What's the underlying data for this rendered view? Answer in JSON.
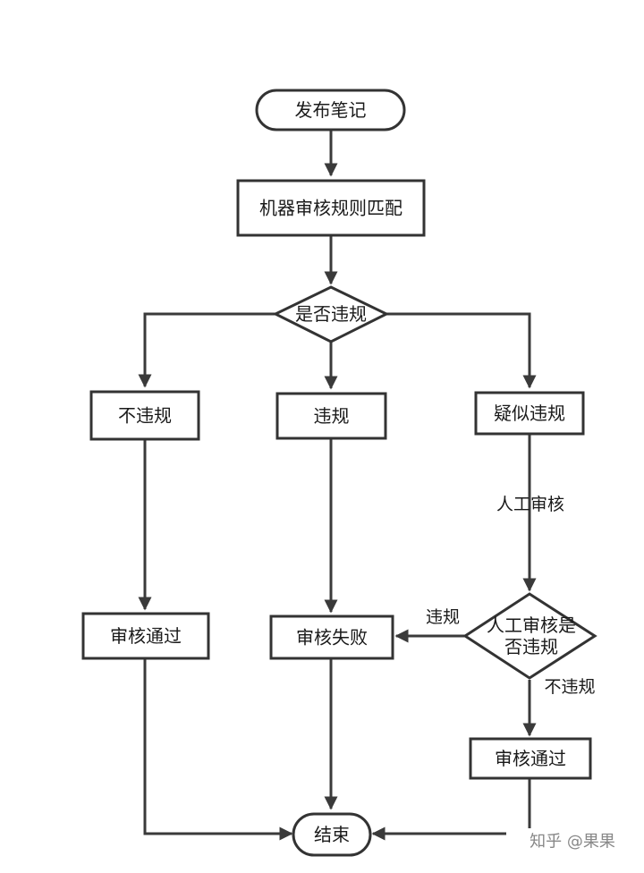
{
  "nodes": {
    "start": "发布笔记",
    "machine_review": "机器审核规则匹配",
    "is_violation_q": "是否违规",
    "not_violation": "不违规",
    "violation": "违规",
    "suspected_violation": "疑似违规",
    "pass_left": "审核通过",
    "fail": "审核失败",
    "manual_q_line1": "人工审核是",
    "manual_q_line2": "否违规",
    "pass_right": "审核通过",
    "end": "结束"
  },
  "edges": {
    "manual_review": "人工审核",
    "violation": "违规",
    "not_violation": "不违规"
  },
  "watermark": "知乎 @果果"
}
